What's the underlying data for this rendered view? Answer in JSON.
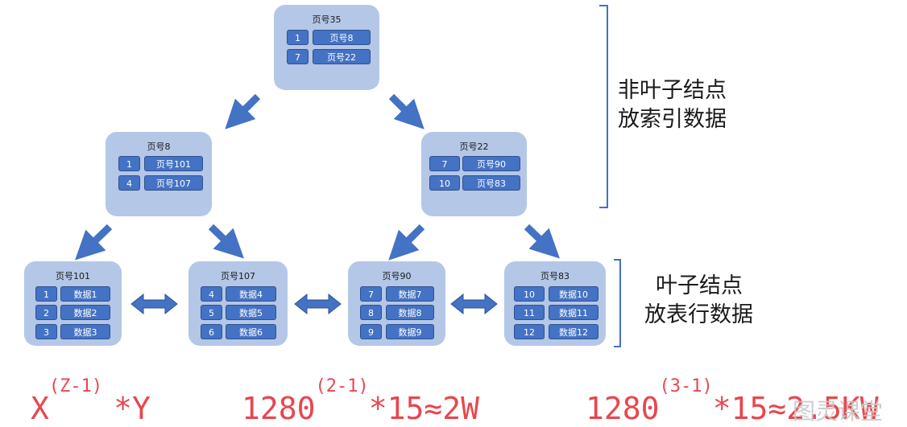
{
  "root": {
    "title": "页号35",
    "entries": [
      {
        "key": "1",
        "pointer": "页号8"
      },
      {
        "key": "7",
        "pointer": "页号22"
      }
    ]
  },
  "internal": [
    {
      "title": "页号8",
      "entries": [
        {
          "key": "1",
          "pointer": "页号101"
        },
        {
          "key": "4",
          "pointer": "页号107"
        }
      ]
    },
    {
      "title": "页号22",
      "entries": [
        {
          "key": "7",
          "pointer": "页号90"
        },
        {
          "key": "10",
          "pointer": "页号83"
        }
      ]
    }
  ],
  "leaves": [
    {
      "title": "页号101",
      "entries": [
        {
          "key": "1",
          "data": "数据1"
        },
        {
          "key": "2",
          "data": "数据2"
        },
        {
          "key": "3",
          "data": "数据3"
        }
      ]
    },
    {
      "title": "页号107",
      "entries": [
        {
          "key": "4",
          "data": "数据4"
        },
        {
          "key": "5",
          "data": "数据5"
        },
        {
          "key": "6",
          "data": "数据6"
        }
      ]
    },
    {
      "title": "页号90",
      "entries": [
        {
          "key": "7",
          "data": "数据7"
        },
        {
          "key": "8",
          "data": "数据8"
        },
        {
          "key": "9",
          "data": "数据9"
        }
      ]
    },
    {
      "title": "页号83",
      "entries": [
        {
          "key": "10",
          "data": "数据10"
        },
        {
          "key": "11",
          "data": "数据11"
        },
        {
          "key": "12",
          "data": "数据12"
        }
      ]
    }
  ],
  "labels": {
    "non_leaf_line1": "非叶子结点",
    "non_leaf_line2": "放索引数据",
    "leaf_line1": "叶子结点",
    "leaf_line2": "放表行数据"
  },
  "formulas": [
    {
      "base": "X",
      "exponent": "(Z-1)",
      "tail": "*Y"
    },
    {
      "base": "1280",
      "exponent": "(2-1)",
      "tail": "*15≈2W"
    },
    {
      "base": "1280",
      "exponent": "(3-1)",
      "tail": "*15≈2.5KW"
    }
  ],
  "watermark": "图灵课堂",
  "colors": {
    "node_bg": "#b4c7e7",
    "cell_bg": "#4472c4",
    "arrow": "#4472c4",
    "formula": "#e8474f"
  }
}
